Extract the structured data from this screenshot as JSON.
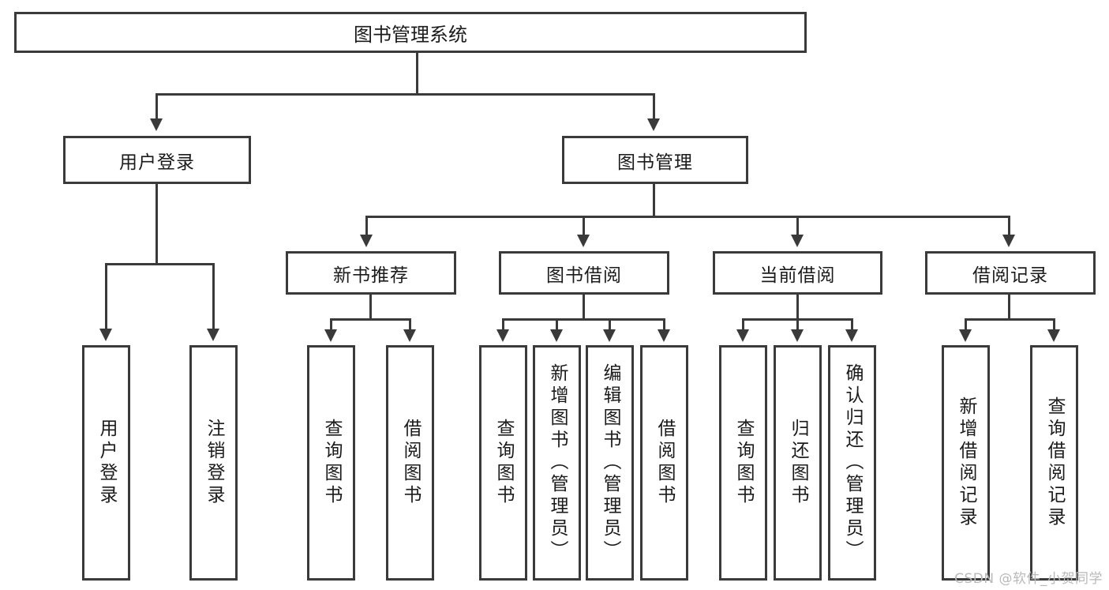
{
  "diagram": {
    "title": "图书管理系统",
    "type": "function-tree",
    "root": {
      "label": "图书管理系统"
    },
    "level2": [
      {
        "label": "用户登录"
      },
      {
        "label": "图书管理"
      }
    ],
    "level3": [
      {
        "label": "新书推荐"
      },
      {
        "label": "图书借阅"
      },
      {
        "label": "当前借阅"
      },
      {
        "label": "借阅记录"
      }
    ],
    "leaves": [
      {
        "label": "用户登录"
      },
      {
        "label": "注销登录"
      },
      {
        "label": "查询图书"
      },
      {
        "label": "借阅图书"
      },
      {
        "label": "查询图书"
      },
      {
        "label": "新增图书（管理员）"
      },
      {
        "label": "编辑图书（管理员）"
      },
      {
        "label": "借阅图书"
      },
      {
        "label": "查询图书"
      },
      {
        "label": "归还图书"
      },
      {
        "label": "确认归还（管理员）"
      },
      {
        "label": "新增借阅记录"
      },
      {
        "label": "查询借阅记录"
      }
    ]
  },
  "watermark": {
    "text": "CSDN @软件_小贺同学"
  },
  "colors": {
    "stroke": "#3a3a3a",
    "fill": "#ffffff",
    "text": "#1b1b1b",
    "watermark": "#b9b9b9"
  }
}
